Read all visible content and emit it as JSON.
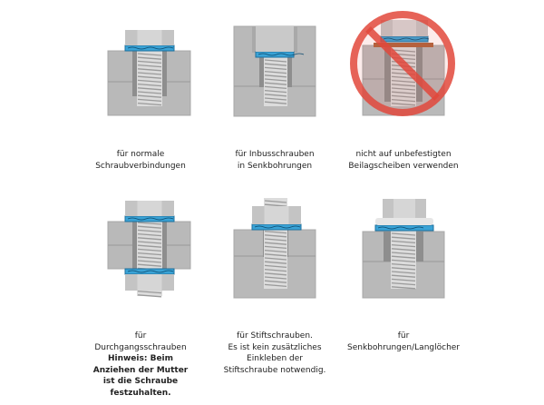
{
  "captions": {
    "normal": [
      "für normale",
      "Schraubverbindungen"
    ],
    "inbus": [
      "für Inbusschrauben",
      "in Senkbohrungen"
    ],
    "nicht": [
      "nicht auf unbefestigten",
      "Beilagscheiben verwenden"
    ],
    "durchgang": [
      "für",
      "Durchgangsschrauben"
    ],
    "durchgang_note": [
      "Hinweis: Beim",
      "Anziehen der Mutter",
      "ist die Schraube",
      "festzuhalten."
    ],
    "stift": [
      "für Stiftschrauben.",
      "Es ist kein zusätzliches",
      "Einkleben der",
      "Stiftschraube notwendig."
    ],
    "senk": [
      "für",
      "Senkbohrungen/Langlöcher"
    ]
  },
  "colors": {
    "block": "#b9b9b9",
    "washer": "#3aa3d6",
    "prohibit": "#e2483c",
    "plate": "#b0643e"
  }
}
